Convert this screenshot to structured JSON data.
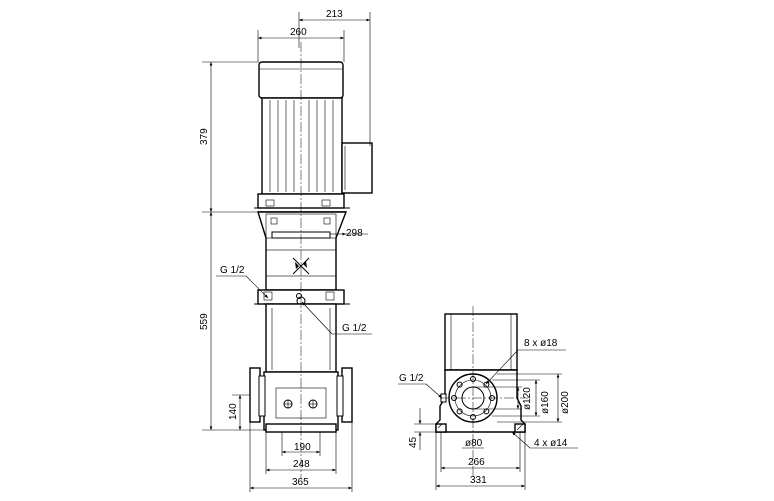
{
  "drawing": {
    "title": "",
    "dimensions": {
      "motor_offset": "213",
      "motor_width": "260",
      "motor_height": "379",
      "pump_height": "559",
      "adapter_width": "298",
      "port_height": "140",
      "base_width_190": "190",
      "base_width_248": "248",
      "overall_width": "365",
      "base_height_45": "45",
      "flange_dn": "ø80",
      "bolt_spacing": "266",
      "base_depth": "331",
      "flange_holes": "8 x ø18",
      "d120": "ø120",
      "d160": "ø160",
      "d200": "ø200",
      "base_holes": "4 x ø14"
    },
    "callouts": {
      "g_upper": "G 1/2",
      "g_lower": "G 1/2",
      "g_side": "G 1/2"
    }
  }
}
